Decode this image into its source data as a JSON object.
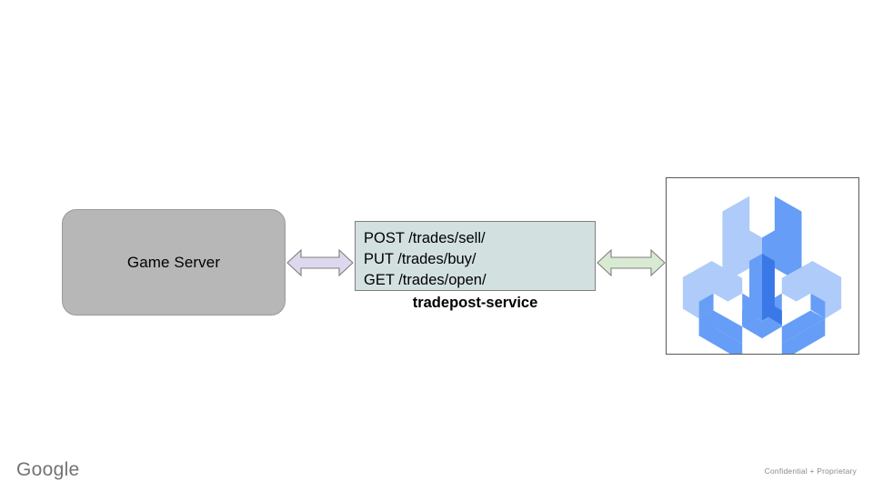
{
  "slide": {
    "background_color": "#ffffff"
  },
  "gameserver": {
    "label": "Game Server",
    "fill_color": "#b7b7b7",
    "border_color": "#9a9a9a"
  },
  "arrows": {
    "left": {
      "name": "bidirectional-arrow",
      "fill_color": "#ded8ee",
      "border_color": "#7f7f7f"
    },
    "right": {
      "name": "bidirectional-arrow",
      "fill_color": "#d9ead3",
      "border_color": "#7f7f7f"
    }
  },
  "service": {
    "caption": "tradepost-service",
    "fill_color": "#d3e0e0",
    "border_color": "#7f7f7f",
    "endpoints": [
      "POST /trades/sell/",
      "PUT /trades/buy/",
      "GET /trades/open/"
    ]
  },
  "logo": {
    "name": "agones-logo",
    "frame_border_color": "#595959",
    "colors": {
      "light": "#aecbfa",
      "medium": "#669df6",
      "dark": "#4285f4",
      "darker": "#3b78e7"
    }
  },
  "footer": {
    "brand": "Google",
    "brand_color": "#737373",
    "note": "Confidential + Proprietary",
    "note_color": "#8a8a8a"
  }
}
